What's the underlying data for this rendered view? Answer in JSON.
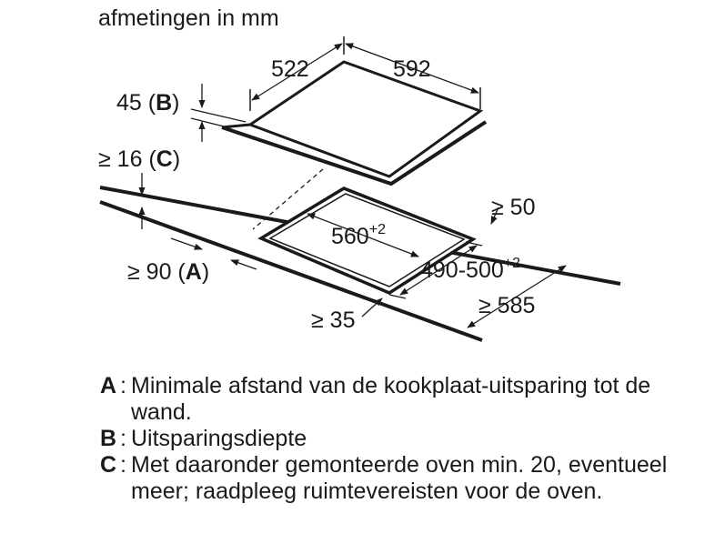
{
  "title": "afmetingen in mm",
  "hob": {
    "depth": "522",
    "width": "592",
    "height_value": "45",
    "height_key": "B"
  },
  "cutout": {
    "width": "560",
    "width_tolerance": "+2",
    "depth": "490-500",
    "depth_tolerance": "+2"
  },
  "clearances": {
    "oven_gap_value": "≥ 16",
    "oven_gap_key": "C",
    "back_edge": "≥ 50",
    "wall_distance_value": "≥ 90",
    "wall_distance_key": "A",
    "side_distance": "≥ 35",
    "worktop_depth": "≥ 585"
  },
  "legend": [
    {
      "key": "A",
      "text": "Minimale afstand van de kookplaat-uitsparing tot de wand."
    },
    {
      "key": "B",
      "text": "Uitsparingsdiepte"
    },
    {
      "key": "C",
      "text": "Met daaronder gemonteerde oven min. 20, eventueel meer; raadpleeg ruimtevereisten voor de oven."
    }
  ]
}
